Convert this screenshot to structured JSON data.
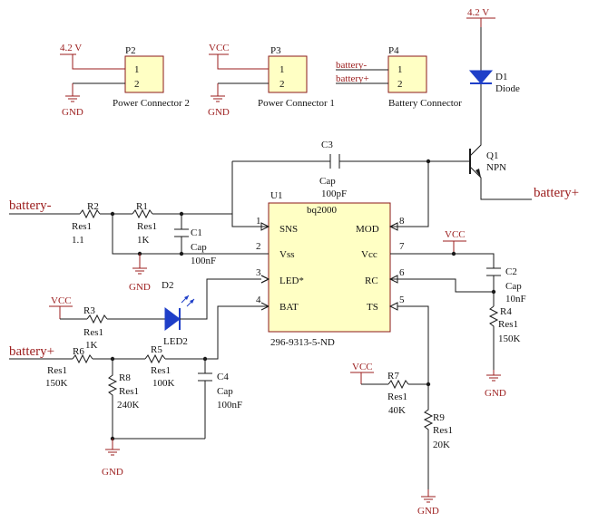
{
  "connectors": {
    "p2": {
      "ref": "P2",
      "pin1": "1",
      "pin2": "2",
      "net_top": "4.2 V",
      "net_bottom": "GND",
      "name": "Power Connector 2"
    },
    "p3": {
      "ref": "P3",
      "pin1": "1",
      "pin2": "2",
      "net_top": "VCC",
      "net_bottom": "GND",
      "name": "Power Connector 1"
    },
    "p4": {
      "ref": "P4",
      "pin1": "1",
      "pin2": "2",
      "net_top": "battery-",
      "net_bottom": "battery+",
      "name": "Battery Connector"
    }
  },
  "diode": {
    "net": "4.2 V",
    "ref": "D1",
    "value": "Diode"
  },
  "transistor": {
    "ref": "Q1",
    "value": "NPN",
    "emitter_net": "battery+"
  },
  "ic": {
    "ref": "U1",
    "value": "bq2000",
    "part": "296-9313-5-ND",
    "pins_left": [
      {
        "num": "1",
        "name": "SNS"
      },
      {
        "num": "2",
        "name": "Vss"
      },
      {
        "num": "3",
        "name": "LED*"
      },
      {
        "num": "4",
        "name": "BAT"
      }
    ],
    "pins_right": [
      {
        "num": "8",
        "name": "MOD"
      },
      {
        "num": "7",
        "name": "Vcc"
      },
      {
        "num": "6",
        "name": "RC"
      },
      {
        "num": "5",
        "name": "TS"
      }
    ]
  },
  "c3": {
    "ref": "C3",
    "type": "Cap",
    "value": "100pF"
  },
  "r2": {
    "ref": "R2",
    "type": "Res1",
    "value": "1.1"
  },
  "r1": {
    "ref": "R1",
    "type": "Res1",
    "value": "1K"
  },
  "c1": {
    "ref": "C1",
    "type": "Cap",
    "value": "100nF"
  },
  "c2": {
    "ref": "C2",
    "type": "Cap",
    "value": "10nF"
  },
  "r4": {
    "ref": "R4",
    "type": "Res1",
    "value": "150K"
  },
  "r3": {
    "ref": "R3",
    "type": "Res1",
    "value": "1K"
  },
  "d2": {
    "ref": "D2",
    "value": "LED2"
  },
  "r6": {
    "ref": "R6",
    "type": "Res1",
    "value": "150K"
  },
  "r5": {
    "ref": "R5",
    "type": "Res1",
    "value": "100K"
  },
  "r8": {
    "ref": "R8",
    "type": "Res1",
    "value": "240K"
  },
  "c4": {
    "ref": "C4",
    "type": "Cap",
    "value": "100nF"
  },
  "r7": {
    "ref": "R7",
    "type": "Res1",
    "value": "40K"
  },
  "r9": {
    "ref": "R9",
    "type": "Res1",
    "value": "20K"
  },
  "nets": {
    "battery_minus": "battery-",
    "battery_plus": "battery+",
    "vcc": "VCC",
    "gnd": "GND"
  },
  "colors": {
    "wire": "#1a1a1a",
    "power": "#9b1c1c",
    "component_fill": "#ffffc4",
    "led": "#1f3fc8"
  }
}
